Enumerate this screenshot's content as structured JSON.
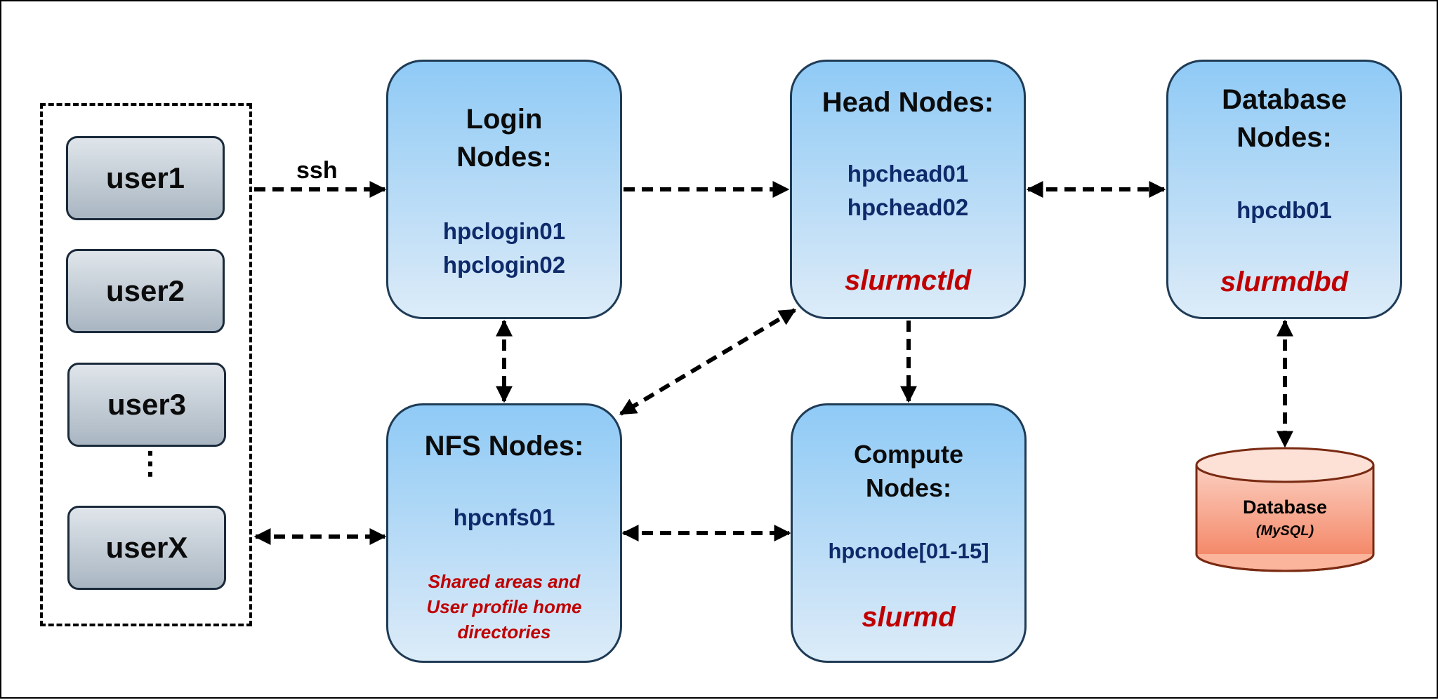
{
  "users": {
    "items": [
      "user1",
      "user2",
      "user3",
      "userX"
    ],
    "ellipsis": "⋮"
  },
  "edge_labels": {
    "ssh": "ssh"
  },
  "login": {
    "title": [
      "Login",
      "Nodes:"
    ],
    "hosts": [
      "hpclogin01",
      "hpclogin02"
    ]
  },
  "head": {
    "title": "Head Nodes:",
    "hosts": [
      "hpchead01",
      "hpchead02"
    ],
    "service": "slurmctld"
  },
  "dbnodes": {
    "title": [
      "Database",
      "Nodes:"
    ],
    "host": "hpcdb01",
    "service": "slurmdbd"
  },
  "nfs": {
    "title": "NFS Nodes:",
    "host": "hpcnfs01",
    "description": [
      "Shared areas and",
      "User profile home",
      "directories"
    ]
  },
  "compute": {
    "title": [
      "Compute",
      "Nodes:"
    ],
    "host": "hpcnode[01-15]",
    "service": "slurmd"
  },
  "database": {
    "label": "Database",
    "sublabel": "(MySQL)"
  },
  "colors": {
    "node_fill_top": "#8fcaf6",
    "node_fill_bottom": "#dcecf9",
    "host_text": "#0e2a6a",
    "service_text": "#c00000",
    "db_fill": "#f7a58c",
    "user_fill": "#b8c4ce"
  }
}
